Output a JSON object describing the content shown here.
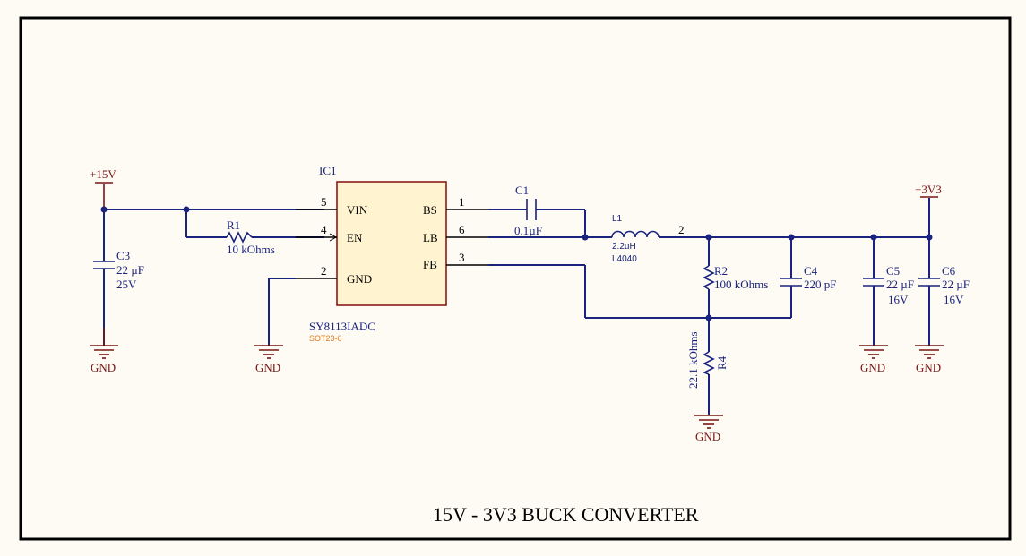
{
  "title": "15V - 3V3 BUCK CONVERTER",
  "ic": {
    "ref": "IC1",
    "part": "SY8113IADC",
    "footprint": "SOT23-6",
    "pins": {
      "vin": {
        "name": "VIN",
        "num": "5"
      },
      "en": {
        "name": "EN",
        "num": "4"
      },
      "gnd": {
        "name": "GND",
        "num": "2"
      },
      "bs": {
        "name": "BS",
        "num": "1"
      },
      "lb": {
        "name": "LB",
        "num": "6"
      },
      "fb": {
        "name": "FB",
        "num": "3"
      }
    }
  },
  "power": {
    "vin": "+15V",
    "vout": "+3V3",
    "gnd": "GND"
  },
  "components": {
    "r1": {
      "ref": "R1",
      "value": "10 kOhms"
    },
    "r2": {
      "ref": "R2",
      "value": "100 kOhms"
    },
    "r4": {
      "ref": "R4",
      "value": "22.1 kOhms"
    },
    "c1": {
      "ref": "C1",
      "value": "0.1µF"
    },
    "c3": {
      "ref": "C3",
      "value": "22 µF",
      "rating": "25V"
    },
    "c4": {
      "ref": "C4",
      "value": "220 pF"
    },
    "c5": {
      "ref": "C5",
      "value": "22 µF",
      "rating": "16V"
    },
    "c6": {
      "ref": "C6",
      "value": "22 µF",
      "rating": "16V"
    },
    "l1": {
      "ref": "L1",
      "value": "2.2uH",
      "package": "L4040",
      "pin": "2"
    }
  },
  "colors": {
    "wire": "#1a237e",
    "power": "#7a1414",
    "ic_body": "#fff4cf",
    "ic_border": "#8b1a1a",
    "background": "#fdfbf3"
  }
}
